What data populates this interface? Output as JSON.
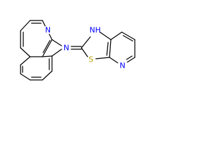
{
  "colors": {
    "bond": "#000000",
    "nitrogen": "#0000ff",
    "sulfur": "#b8a000",
    "background": "#ffffff"
  },
  "atoms": {
    "quinoline_n": "N",
    "amine_n": "N",
    "thiazole_nh": "NH",
    "thiazole_s": "S",
    "pyridine_n": "N"
  }
}
